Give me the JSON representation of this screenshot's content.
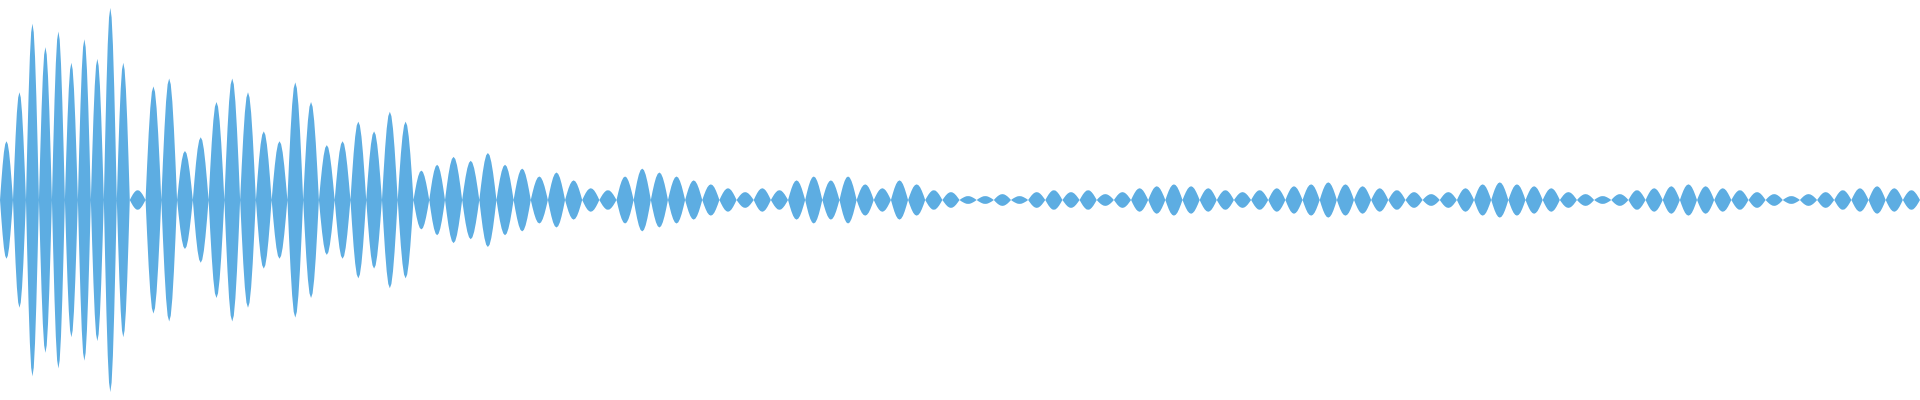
{
  "waveform": {
    "color": "#5DADE2",
    "background": "#ffffff",
    "shape": "decaying-oscillation",
    "lobes": [
      0.3,
      0.55,
      0.9,
      0.78,
      0.86,
      0.7,
      0.82,
      0.72,
      0.98,
      0.7,
      0.05,
      0.58,
      0.62,
      0.25,
      0.32,
      0.5,
      0.62,
      0.55,
      0.35,
      0.3,
      0.6,
      0.5,
      0.28,
      0.3,
      0.4,
      0.35,
      0.45,
      0.4,
      0.15,
      0.18,
      0.22,
      0.2,
      0.24,
      0.18,
      0.16,
      0.12,
      0.14,
      0.1,
      0.06,
      0.05,
      0.12,
      0.16,
      0.14,
      0.12,
      0.1,
      0.08,
      0.06,
      0.04,
      0.06,
      0.05,
      0.1,
      0.12,
      0.1,
      0.12,
      0.08,
      0.06,
      0.1,
      0.08,
      0.05,
      0.04,
      0.02,
      0.02,
      0.03,
      0.02,
      0.04,
      0.05,
      0.04,
      0.05,
      0.03,
      0.04,
      0.06,
      0.07,
      0.08,
      0.07,
      0.06,
      0.05,
      0.04,
      0.05,
      0.06,
      0.07,
      0.08,
      0.09,
      0.08,
      0.07,
      0.06,
      0.05,
      0.04,
      0.03,
      0.04,
      0.06,
      0.08,
      0.09,
      0.08,
      0.07,
      0.06,
      0.04,
      0.03,
      0.02,
      0.03,
      0.05,
      0.06,
      0.07,
      0.08,
      0.07,
      0.06,
      0.05,
      0.04,
      0.03,
      0.02,
      0.03,
      0.04,
      0.05,
      0.06,
      0.07,
      0.06,
      0.05
    ]
  }
}
